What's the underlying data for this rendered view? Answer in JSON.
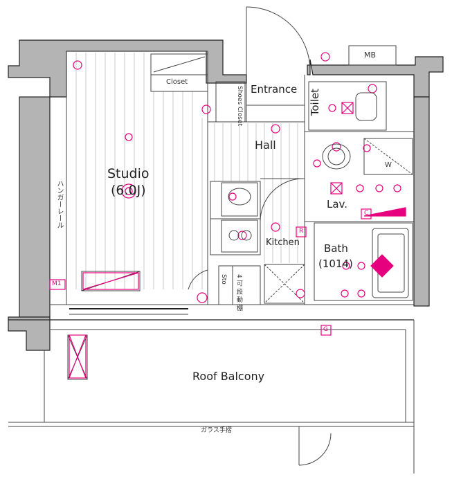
{
  "rooms": {
    "studio": "Studio",
    "studio_size": "(6.0J)",
    "entrance": "Entrance",
    "hall": "Hall",
    "toilet": "Toilet",
    "lav": "Lav.",
    "kitchen": "Kitchen",
    "bath": "Bath",
    "bath_size": "(1014)",
    "roof_balcony": "Roof Balcony"
  },
  "labels": {
    "closet": "Closet",
    "shoes_closet": "Shoes Closet",
    "mb": "MB",
    "washer": "W",
    "hanger_rail": "ハンガーレール",
    "glass_handrail": "ガラス手摺",
    "sto": "Sto",
    "movable_shelf": "4 可 段 動 棚"
  },
  "markers": {
    "r": "R",
    "c": "C",
    "g": "G",
    "m1": "M1"
  },
  "colors": {
    "wall": "#b4b4b4",
    "wall_edge": "#222222",
    "accent": "#e6007e",
    "line": "#444444"
  }
}
